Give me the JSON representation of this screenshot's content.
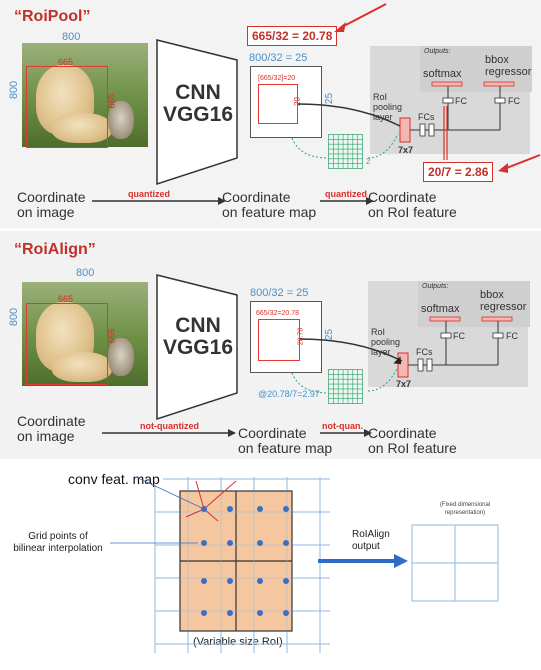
{
  "roipool": {
    "title": "“RoiPool”",
    "image_width": "800",
    "image_height": "800",
    "roi_size": "665",
    "cnn_label": "CNN\nVGG16",
    "feature_map_label": "800/32 = 25",
    "feature_map_side": "25",
    "roi_on_feature_label": "[665/32]=20",
    "roi_on_feature_side": "20",
    "callout_top": "665/32 = 20.78",
    "callout_bottom": "20/7 = 2.86",
    "grid_side": "2",
    "pool_size": "7x7",
    "roi_pool_label": "RoI\npooling\nlayer",
    "fcs_label": "FCs",
    "outputs_label": "Outputs:",
    "softmax_label": "softmax",
    "bbox_label": "bbox\nregressor",
    "fc_label": "FC",
    "coord_image": "Coordinate\non image",
    "coord_feature": "Coordinate\non feature map",
    "coord_roi": "Coordinate\non RoI feature",
    "arrow1_label": "quantized",
    "arrow2_label": "quantized"
  },
  "roialign": {
    "title": "“RoiAlign”",
    "image_width": "800",
    "image_height": "800",
    "roi_size": "665",
    "cnn_label": "CNN\nVGG16",
    "feature_map_label": "800/32 = 25",
    "feature_map_side": "25",
    "roi_on_feature_label": "665/32=20.78",
    "roi_on_feature_side": "20.78",
    "grid_label": "@20.78/7=2.97",
    "pool_size": "7x7",
    "roi_pool_label": "RoI\npooling\nlayer",
    "fcs_label": "FCs",
    "outputs_label": "Outputs:",
    "softmax_label": "softmax",
    "bbox_label": "bbox\nregressor",
    "fc_label": "FC",
    "coord_image": "Coordinate\non image",
    "coord_feature": "Coordinate\non feature map",
    "coord_roi": "Coordinate\non RoI feature",
    "arrow1_label": "not-quantized",
    "arrow2_label": "not-quan."
  },
  "bilinear": {
    "conv_label": "conv feat. map",
    "grid_points_label": "Grid points of\nbilinear interpolation",
    "output_label": "RoIAlign\noutput",
    "fixed_label": "(Fixed dimensional\nrepresentation)",
    "roi_label": "(Variable size RoI)"
  },
  "colors": {
    "title_red": "#c0312b",
    "callout_red": "#d8302a",
    "dim_blue": "#4a90c8",
    "roi_fill": "#f4c7a1",
    "dot_blue": "#3a6fc4",
    "arrow_blue": "#2f6cc8"
  }
}
